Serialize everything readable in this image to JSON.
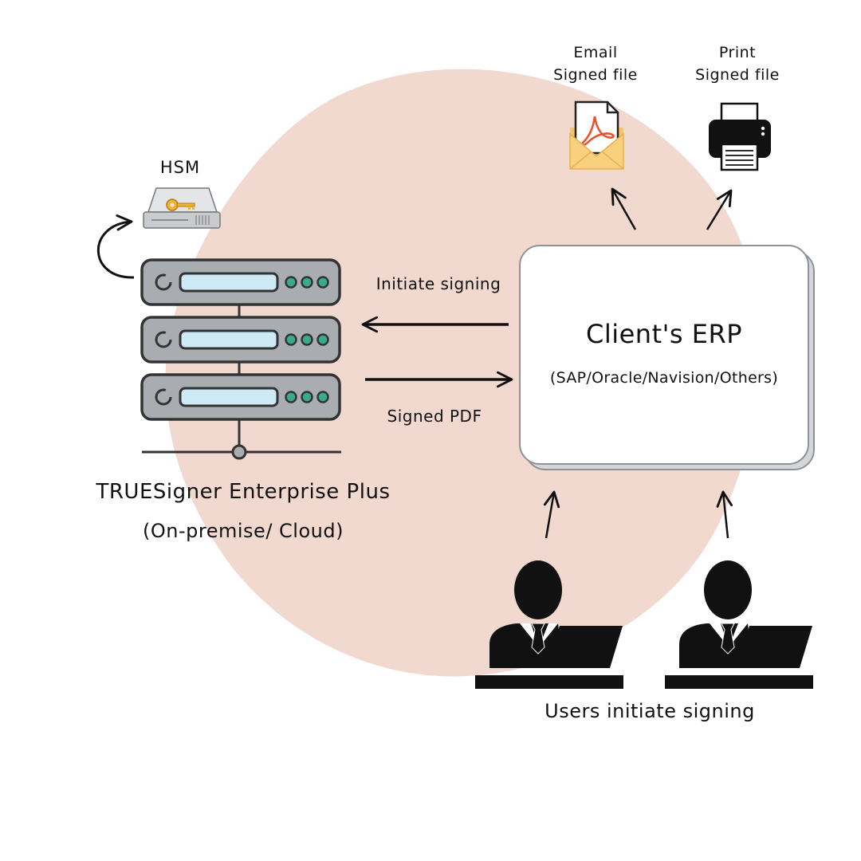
{
  "hsm": {
    "label": "HSM",
    "icon": "hsm-key-icon"
  },
  "outputs": {
    "email": {
      "line1": "Email",
      "line2": "Signed file",
      "icon": "email-pdf-icon"
    },
    "print": {
      "line1": "Print",
      "line2": "Signed file",
      "icon": "printer-icon"
    }
  },
  "server": {
    "title": "TRUESigner Enterprise Plus",
    "deployment": "(On-premise/ Cloud)",
    "icon": "server-stack-icon"
  },
  "erp": {
    "title": "Client's ERP",
    "subtitle": "(SAP/Oracle/Navision/Others)"
  },
  "flows": {
    "initiate": "Initiate signing",
    "signed": "Signed PDF"
  },
  "users": {
    "label": "Users initiate signing",
    "icon": "user-at-laptop-icon"
  },
  "colors": {
    "blob": "#f2d9d0",
    "server_body": "#a9acb1",
    "server_screen": "#cdeaf5",
    "led": "#3aaa8c",
    "pdf_red": "#e8522f",
    "envelope": "#f6c468",
    "erp_border": "#8e9196"
  }
}
